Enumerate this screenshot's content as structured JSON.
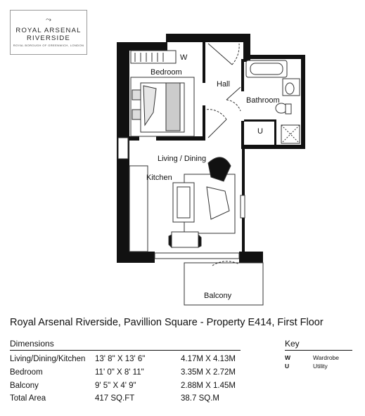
{
  "logo": {
    "line1": "ROYAL ARSENAL",
    "line2": "RIVERSIDE",
    "line3": "ROYAL BOROUGH OF GREENWICH, LONDON"
  },
  "plan": {
    "rooms": {
      "wardrobe": "W",
      "bedroom": "Bedroom",
      "hall": "Hall",
      "bathroom": "Bathroom",
      "utility": "U",
      "living": "Living / Dining",
      "kitchen": "Kitchen",
      "balcony": "Balcony"
    }
  },
  "title": "Royal Arsenal Riverside, Pavillion Square - Property E414, First Floor",
  "dimensions": {
    "heading": "Dimensions",
    "rows": [
      {
        "room": "Living/Dining/Kitchen",
        "imperial": "13' 8\" X 13' 6\"",
        "metric": "4.17M X 4.13M"
      },
      {
        "room": "Bedroom",
        "imperial": "11' 0\" X 8' 11\"",
        "metric": "3.35M X 2.72M"
      },
      {
        "room": "Balcony",
        "imperial": "9' 5\" X 4' 9\"",
        "metric": "2.88M X 1.45M"
      },
      {
        "room": "Total Area",
        "imperial": "417 SQ.FT",
        "metric": "38.7 SQ.M"
      }
    ]
  },
  "key": {
    "heading": "Key",
    "items": [
      {
        "code": "W",
        "label": "Wardrobe"
      },
      {
        "code": "U",
        "label": "Utility"
      }
    ]
  }
}
